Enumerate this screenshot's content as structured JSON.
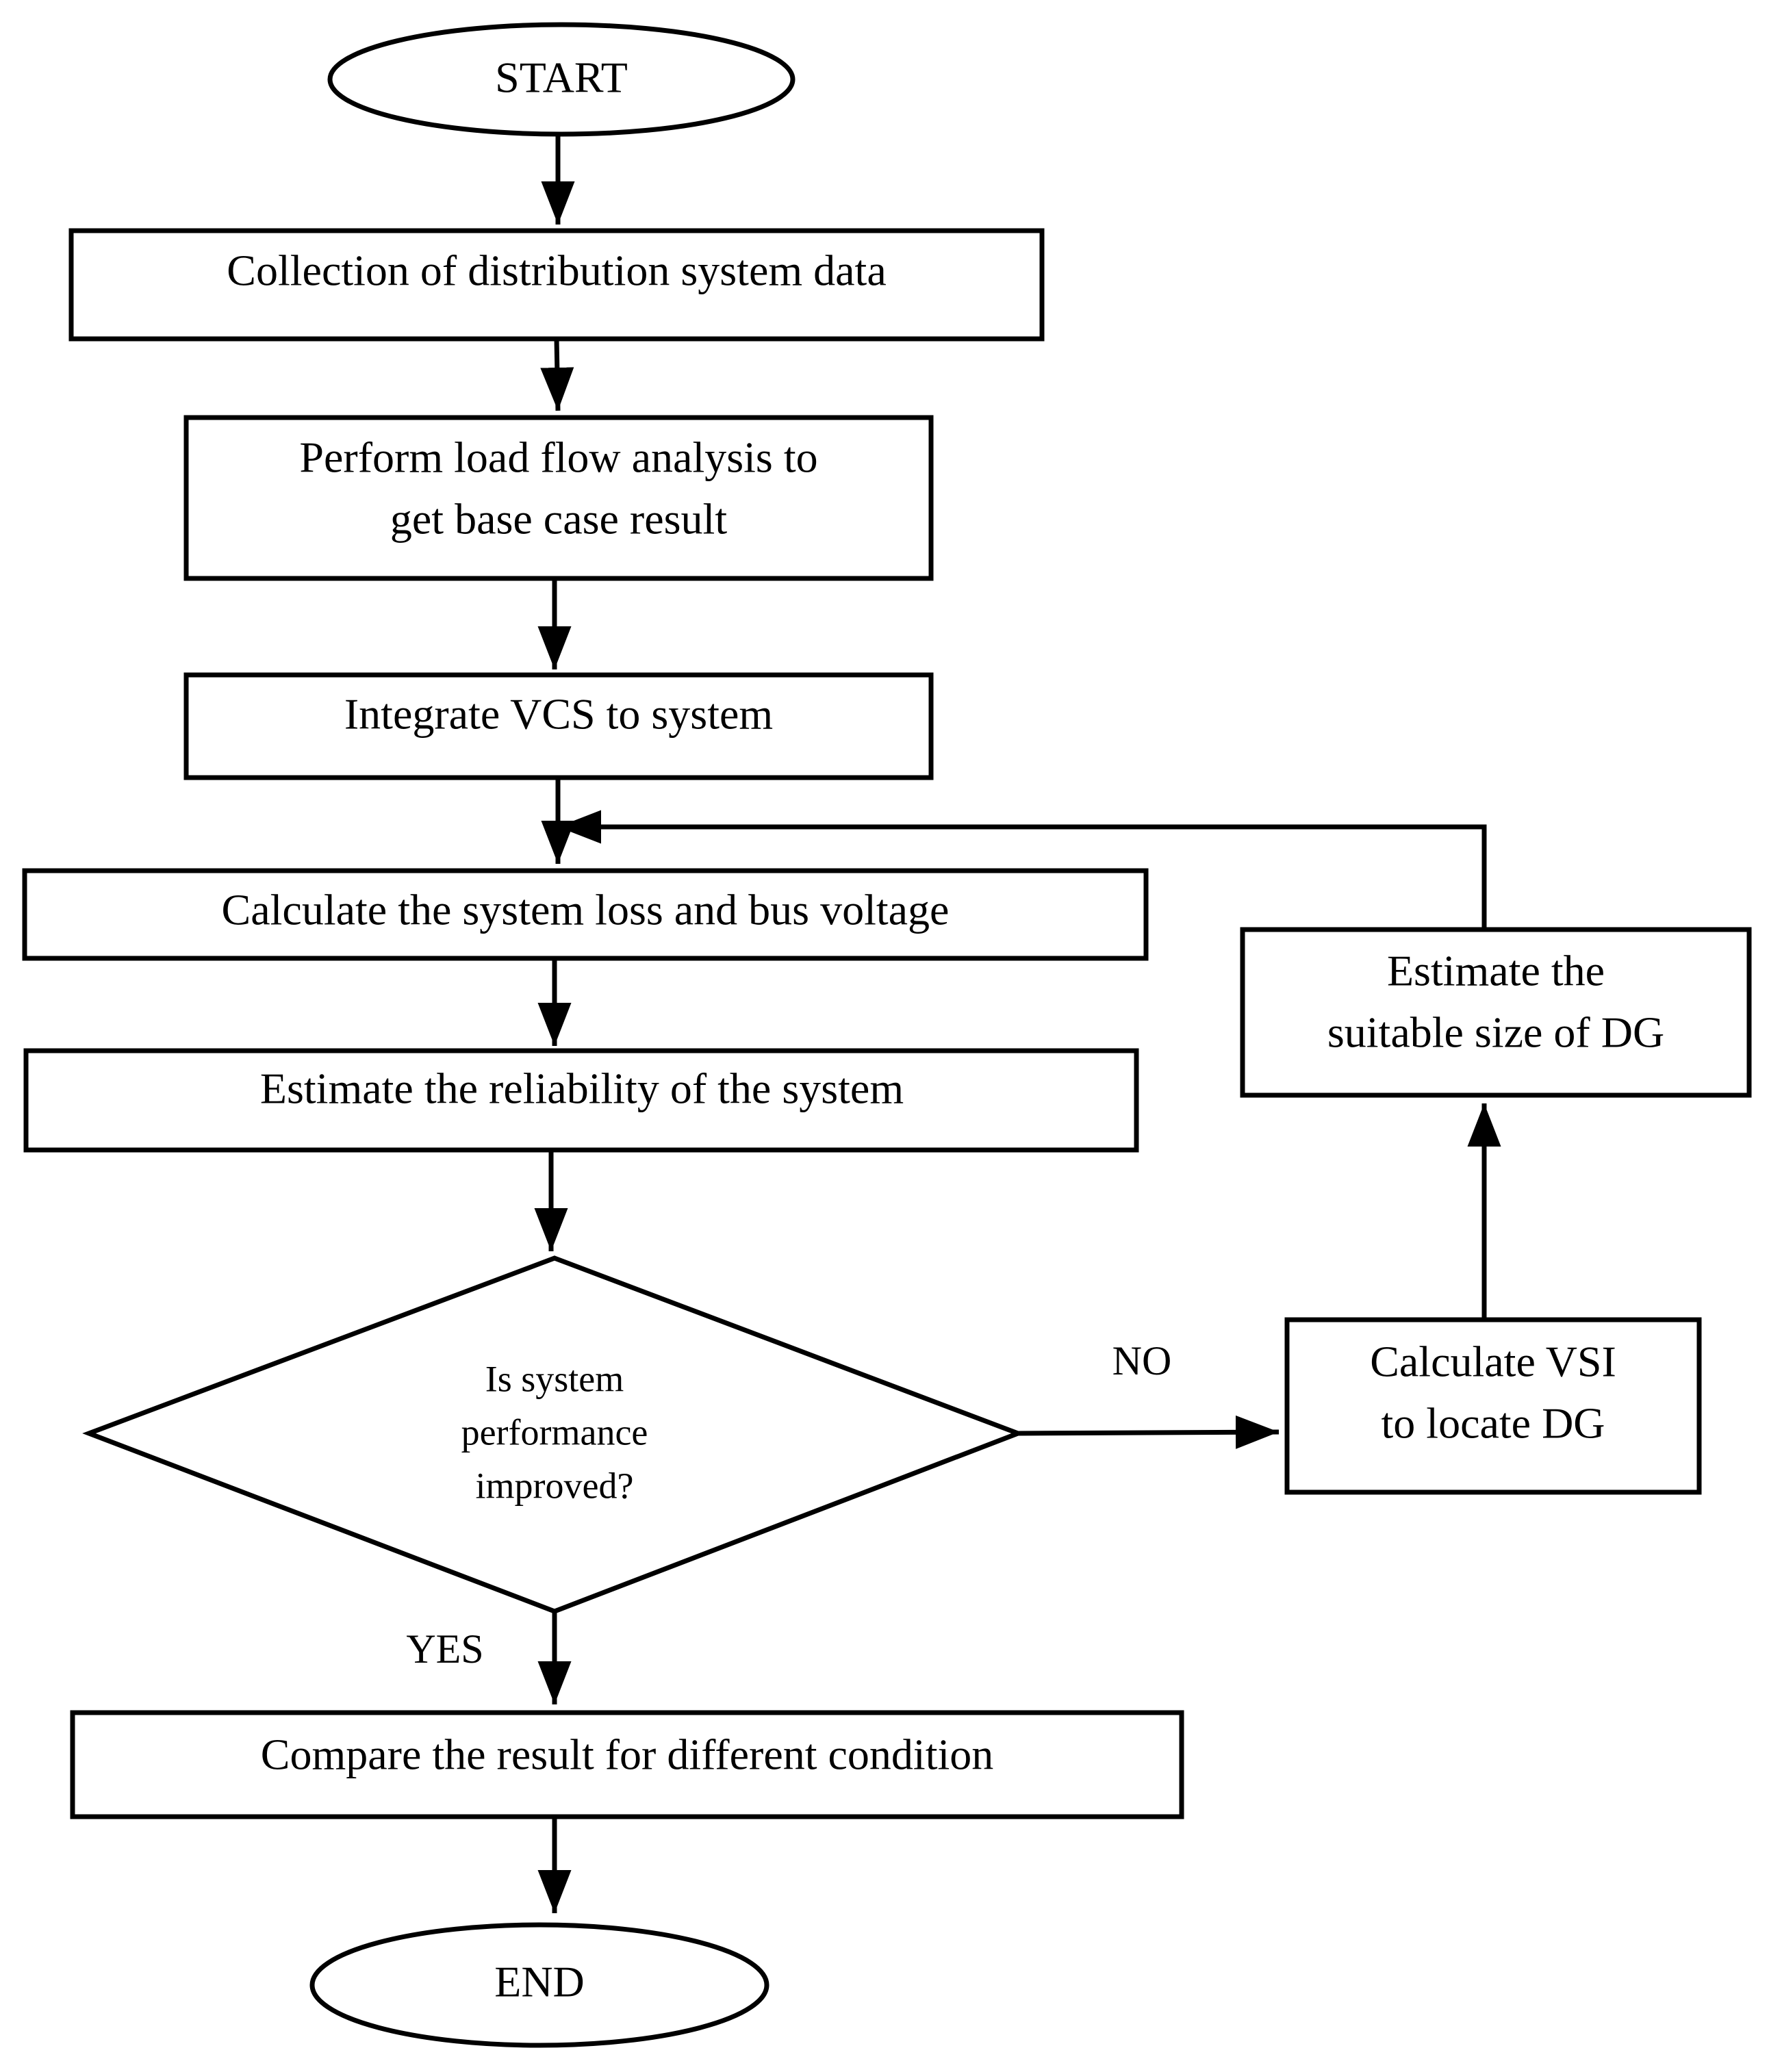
{
  "nodes": {
    "start": {
      "label": "START"
    },
    "collect": {
      "label": "Collection of distribution system data"
    },
    "loadflow": {
      "line1": "Perform load flow analysis to",
      "line2": "get base case result"
    },
    "integrate": {
      "label": "Integrate VCS to system"
    },
    "calc_loss": {
      "label": "Calculate the system loss and bus voltage"
    },
    "reliability": {
      "label": "Estimate the reliability of the system"
    },
    "decision": {
      "line1": "Is system",
      "line2": "performance",
      "line3": "improved?"
    },
    "compare": {
      "label": "Compare the result for different condition"
    },
    "end": {
      "label": "END"
    },
    "vsi": {
      "line1": "Calculate VSI",
      "line2": "to locate DG"
    },
    "dg_size": {
      "line1": "Estimate the",
      "line2": "suitable size of DG"
    }
  },
  "edges": {
    "no_label": "NO",
    "yes_label": "YES"
  }
}
